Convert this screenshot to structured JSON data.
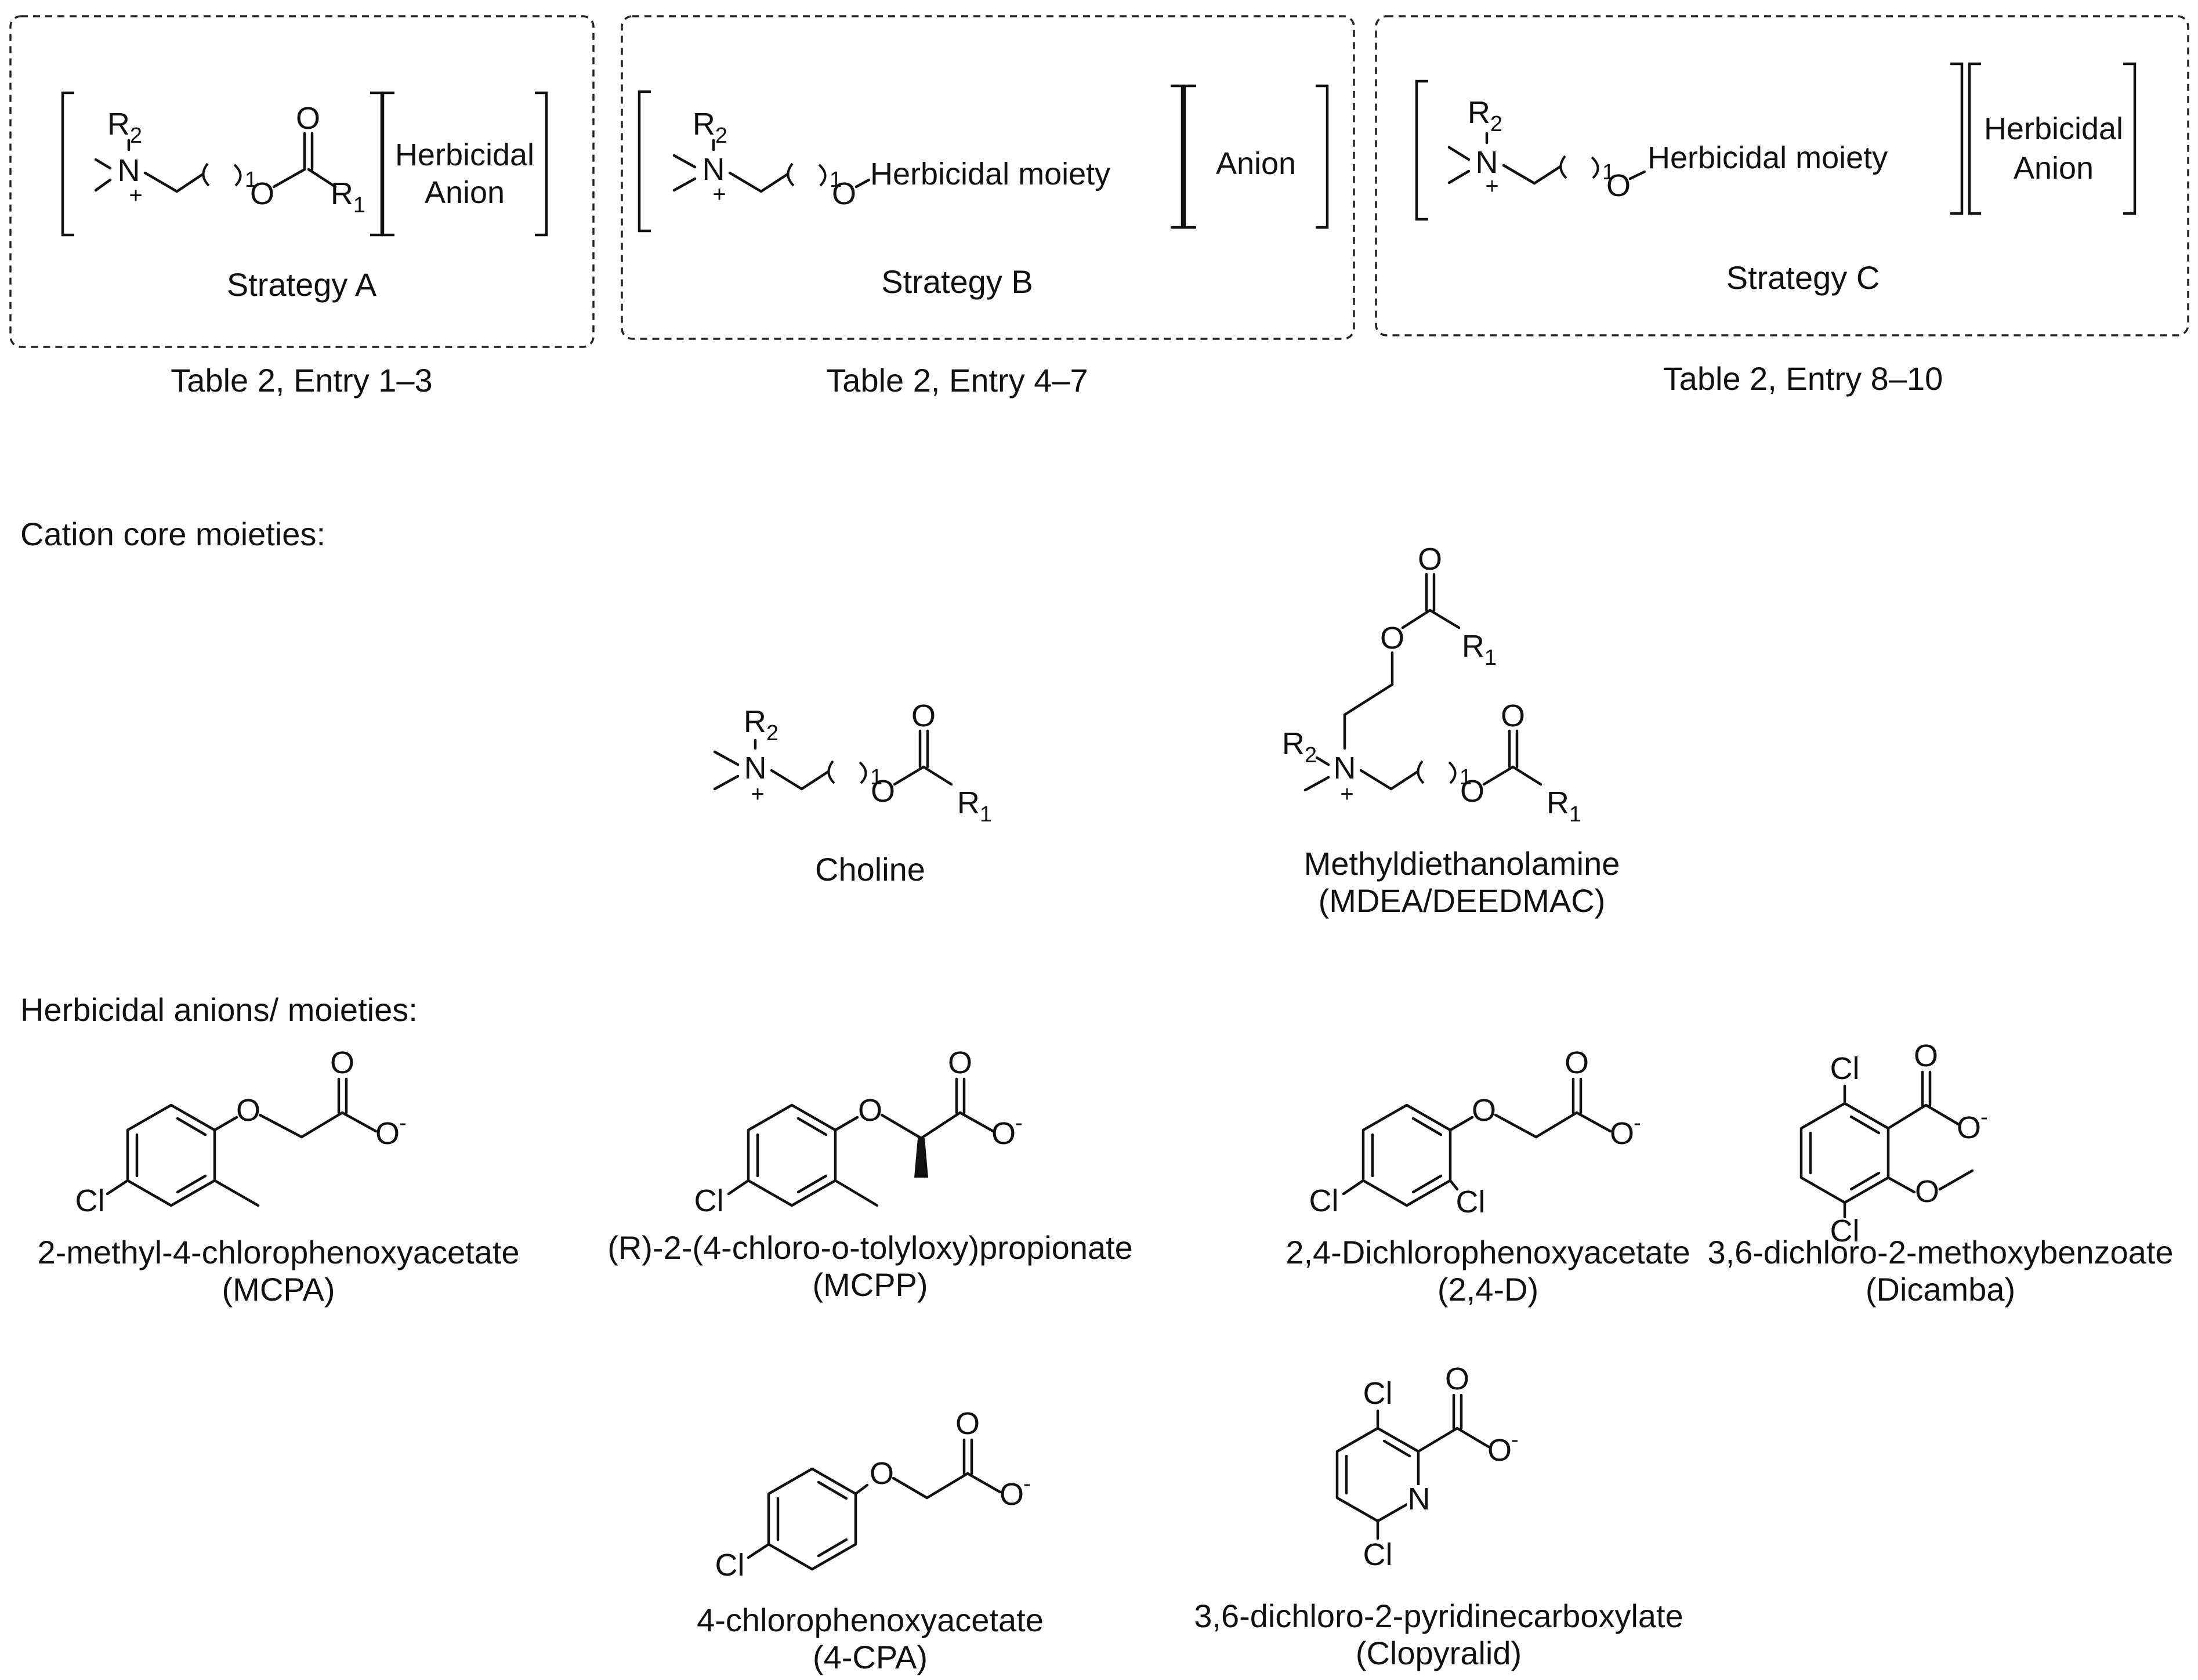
{
  "strategies": [
    {
      "caption": "Strategy A",
      "entry": "Table 2, Entry 1–3",
      "anion": [
        "Herbicidal",
        "Anion"
      ]
    },
    {
      "caption": "Strategy B",
      "entry": "Table 2, Entry 4–7",
      "moiety": "Herbicidal moiety",
      "anion": "Anion"
    },
    {
      "caption": "Strategy C",
      "entry": "Table 2, Entry 8–10",
      "moiety": "Herbicidal moiety",
      "anion": [
        "Herbicidal",
        "Anion"
      ]
    }
  ],
  "sections": {
    "cation": "Cation core moieties:",
    "herbicidal": "Herbicidal anions/ moieties:"
  },
  "atoms": {
    "N": "N",
    "O": "O",
    "R": "R",
    "Cl": "Cl",
    "sub1": "1",
    "sub2": "2",
    "plus": "+",
    "minus": "-",
    "loop": "1"
  },
  "cations": [
    {
      "name": "Choline"
    },
    {
      "name": "Methyldiethanolamine",
      "abbr": "(MDEA/DEEDMAC)"
    }
  ],
  "herbicides": [
    {
      "name": "2-methyl-4-chlorophenoxyacetate",
      "abbr": "(MCPA)"
    },
    {
      "name": "(R)-2-(4-chloro-o-tolyloxy)propionate",
      "abbr": "(MCPP)"
    },
    {
      "name": "2,4-Dichlorophenoxyacetate",
      "abbr": "(2,4-D)"
    },
    {
      "name": "3,6-dichloro-2-methoxybenzoate",
      "abbr": "(Dicamba)"
    },
    {
      "name": "4-chlorophenoxyacetate",
      "abbr": "(4-CPA)"
    },
    {
      "name": "3,6-dichloro-2-pyridinecarboxylate",
      "abbr": "(Clopyralid)"
    }
  ]
}
